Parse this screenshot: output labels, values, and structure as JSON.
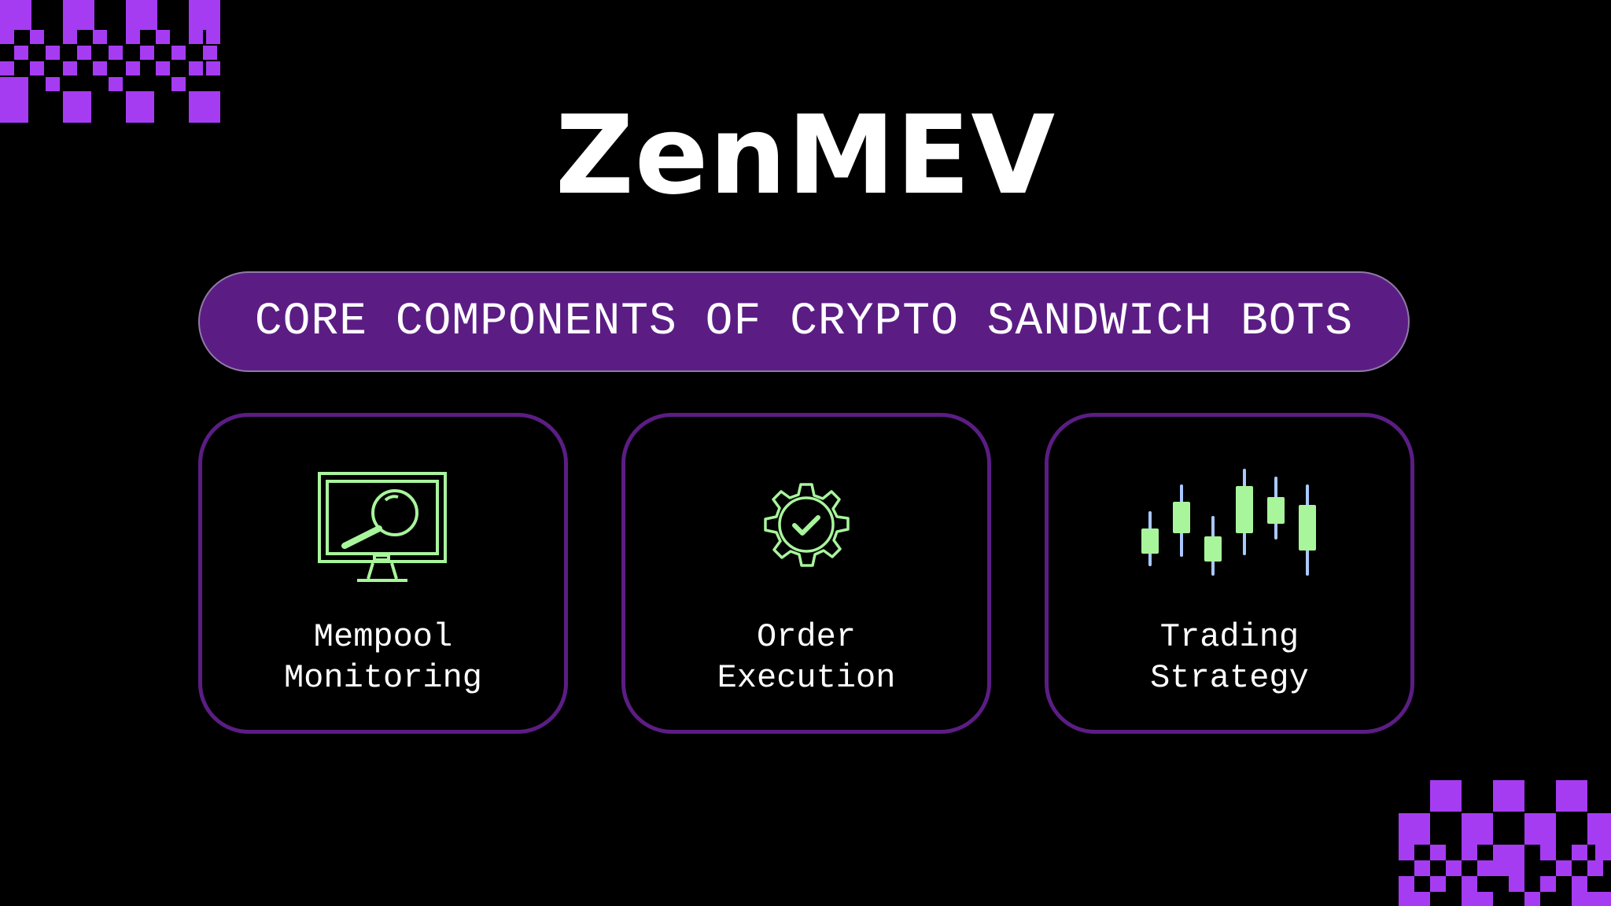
{
  "brand": {
    "title": "ZenMEV"
  },
  "banner": {
    "text": "CORE COMPONENTS OF CRYPTO SANDWICH BOTS"
  },
  "cards": [
    {
      "icon": "monitor-magnifier-icon",
      "line1": "Mempool",
      "line2": "Monitoring"
    },
    {
      "icon": "gear-check-icon",
      "line1": "Order",
      "line2": "Execution"
    },
    {
      "icon": "candlestick-chart-icon",
      "line1": "Trading",
      "line2": "Strategy"
    }
  ],
  "colors": {
    "background": "#000000",
    "accent_purple": "#5b1d84",
    "deco_purple": "#a53cf2",
    "icon_green": "#a8f59c",
    "icon_blue": "#a9c8ff",
    "text": "#ffffff"
  }
}
